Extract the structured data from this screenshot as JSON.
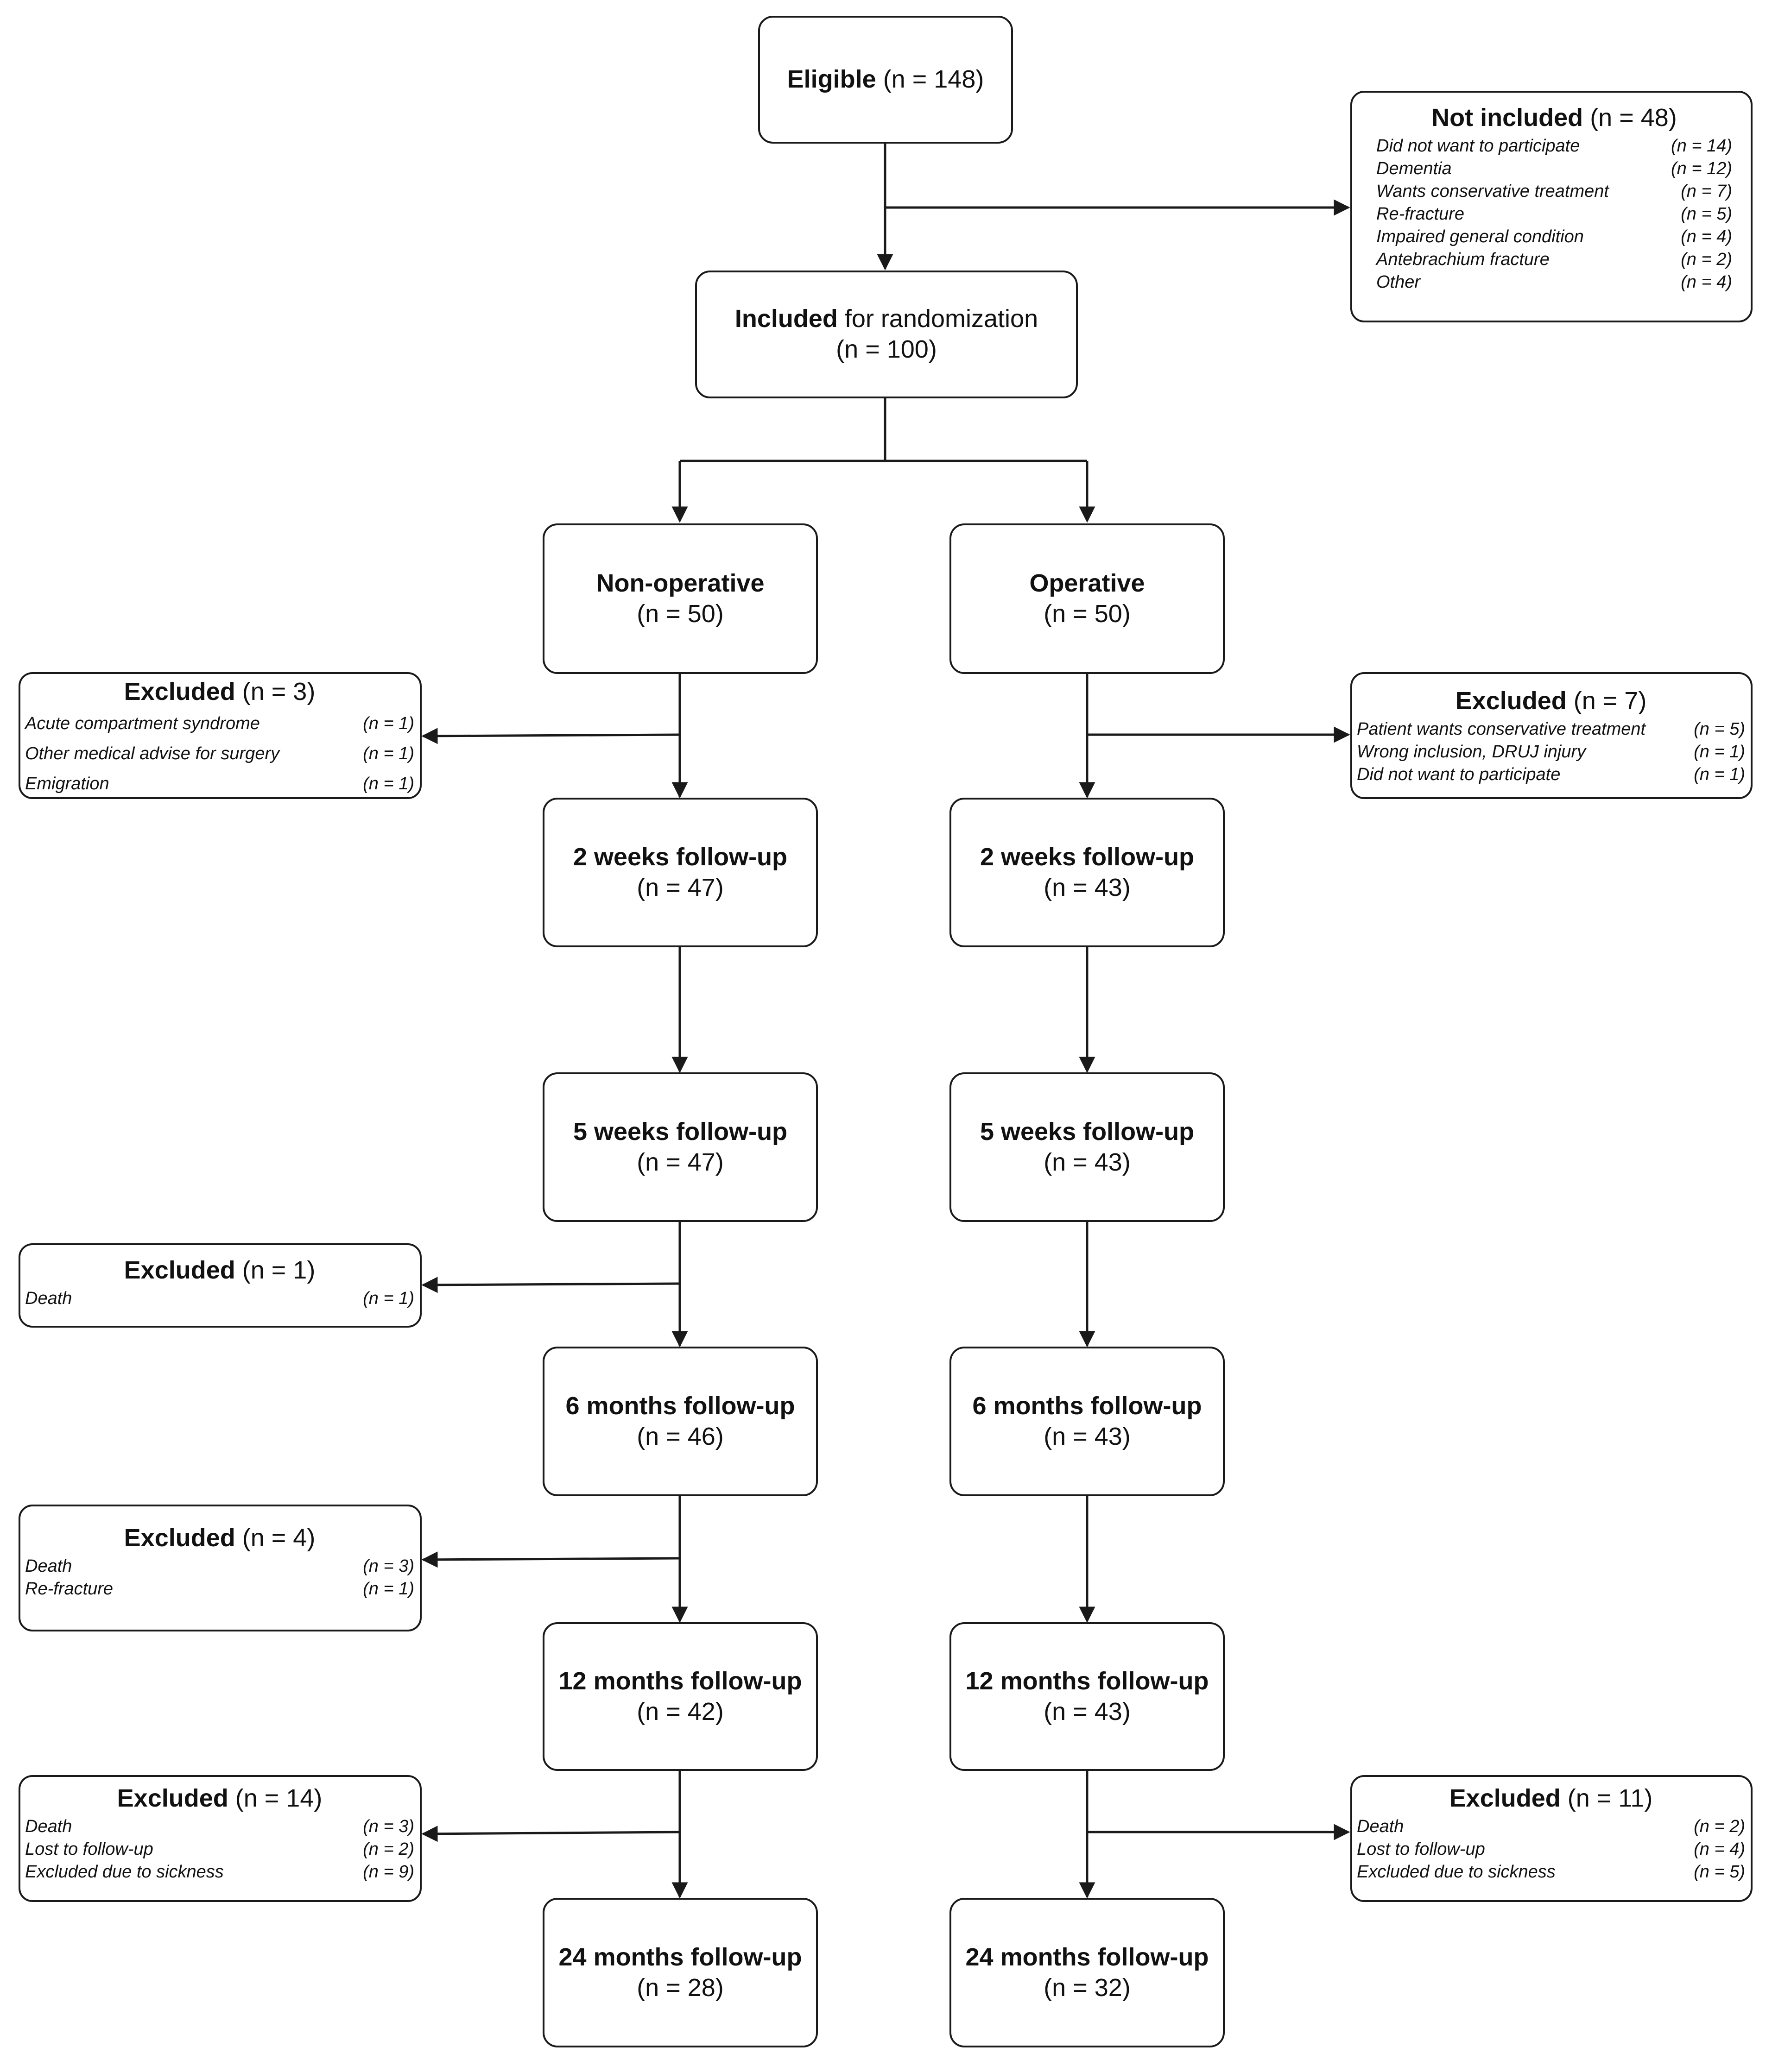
{
  "eligible": {
    "title": "Eligible",
    "n": "(n = 148)"
  },
  "not_included": {
    "title": "Not included",
    "n": "(n = 48)",
    "reasons": [
      {
        "label": "Did not want to participate",
        "n": "(n = 14)"
      },
      {
        "label": "Dementia",
        "n": "(n = 12)"
      },
      {
        "label": "Wants conservative treatment",
        "n": "(n = 7)"
      },
      {
        "label": "Re-fracture",
        "n": "(n = 5)"
      },
      {
        "label": "Impaired general condition",
        "n": "(n = 4)"
      },
      {
        "label": "Antebrachium fracture",
        "n": "(n = 2)"
      },
      {
        "label": "Other",
        "n": "(n = 4)"
      }
    ]
  },
  "included": {
    "title": "Included",
    "rest": "for randomization",
    "n": "(n = 100)"
  },
  "nonop": {
    "title": "Non-operative",
    "n": "(n = 50)",
    "fu": [
      {
        "label": "2 weeks follow-up",
        "n": "(n = 47)"
      },
      {
        "label": "5 weeks follow-up",
        "n": "(n = 47)"
      },
      {
        "label": "6 months follow-up",
        "n": "(n = 46)"
      },
      {
        "label": "12 months follow-up",
        "n": "(n = 42)"
      },
      {
        "label": "24 months follow-up",
        "n": "(n = 28)"
      }
    ],
    "excluded": [
      {
        "title": "Excluded",
        "n": "(n = 3)",
        "reasons": [
          {
            "label": "Acute compartment syndrome",
            "n": "(n = 1)"
          },
          {
            "label": "Other medical advise for surgery",
            "n": "(n = 1)"
          },
          {
            "label": "Emigration",
            "n": "(n = 1)"
          }
        ]
      },
      {
        "title": "Excluded",
        "n": "(n = 1)",
        "reasons": [
          {
            "label": "Death",
            "n": "(n = 1)"
          }
        ]
      },
      {
        "title": "Excluded",
        "n": "(n = 4)",
        "reasons": [
          {
            "label": "Death",
            "n": "(n = 3)"
          },
          {
            "label": "Re-fracture",
            "n": "(n = 1)"
          }
        ]
      },
      {
        "title": "Excluded",
        "n": "(n = 14)",
        "reasons": [
          {
            "label": "Death",
            "n": "(n = 3)"
          },
          {
            "label": "Lost to follow-up",
            "n": "(n = 2)"
          },
          {
            "label": "Excluded due to sickness",
            "n": "(n = 9)"
          }
        ]
      }
    ]
  },
  "op": {
    "title": "Operative",
    "n": "(n = 50)",
    "fu": [
      {
        "label": "2 weeks follow-up",
        "n": "(n = 43)"
      },
      {
        "label": "5 weeks follow-up",
        "n": "(n = 43)"
      },
      {
        "label": "6 months follow-up",
        "n": "(n = 43)"
      },
      {
        "label": "12 months follow-up",
        "n": "(n = 43)"
      },
      {
        "label": "24 months follow-up",
        "n": "(n = 32)"
      }
    ],
    "excluded": [
      {
        "title": "Excluded",
        "n": "(n = 7)",
        "reasons": [
          {
            "label": "Patient wants conservative treatment",
            "n": "(n = 5)"
          },
          {
            "label": "Wrong inclusion, DRUJ injury",
            "n": "(n = 1)"
          },
          {
            "label": "Did not want to participate",
            "n": "(n = 1)"
          }
        ]
      },
      {
        "title": "Excluded",
        "n": "(n = 11)",
        "reasons": [
          {
            "label": "Death",
            "n": "(n = 2)"
          },
          {
            "label": "Lost to follow-up",
            "n": "(n = 4)"
          },
          {
            "label": "Excluded due to sickness",
            "n": "(n = 5)"
          }
        ]
      }
    ]
  }
}
